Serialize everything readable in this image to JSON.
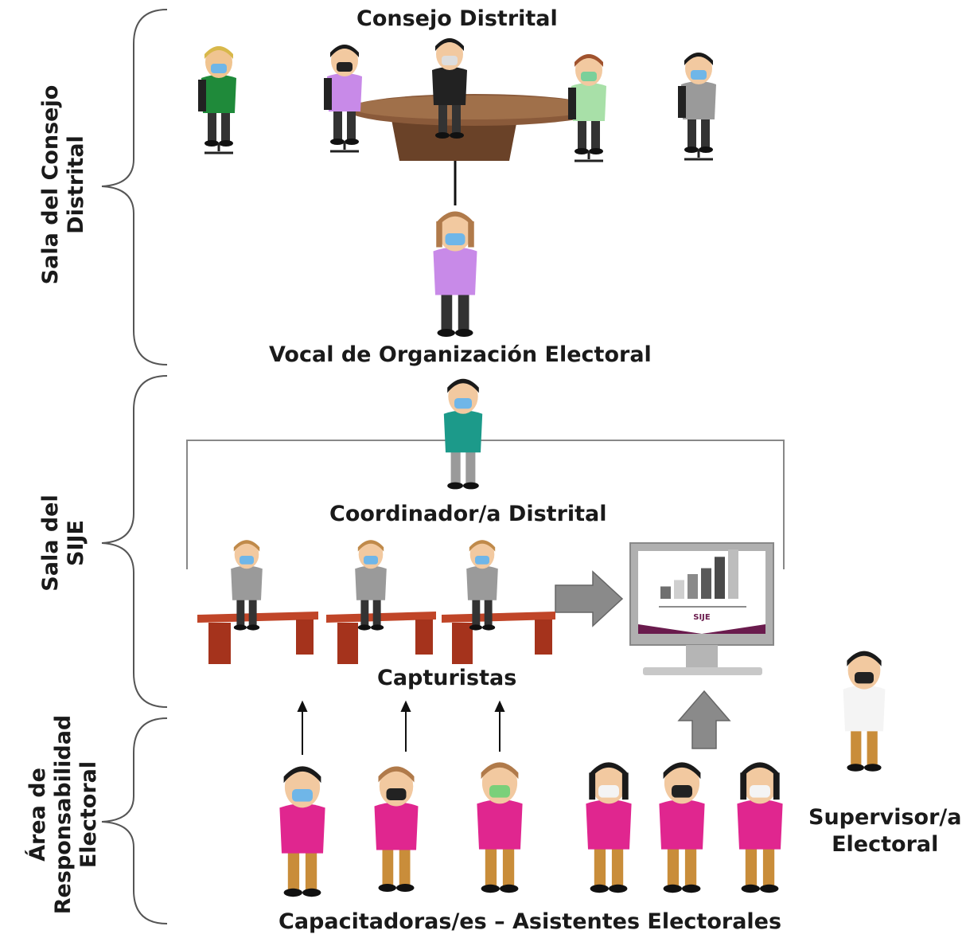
{
  "sections": {
    "council_room": "Sala del Consejo\nDistrital",
    "sije_room": "Sala del\nSIJE",
    "area": "Área de\nResponsabilidad\nElectoral"
  },
  "labels": {
    "council": "Consejo Distrital",
    "vocal": "Vocal de Organización Electoral",
    "coordinator": "Coordinador/a Distrital",
    "capturists": "Capturistas",
    "supervisor": "Supervisor/a\nElectoral",
    "capacitators": "Capacitadoras/es – Asistentes Electorales"
  },
  "monitor": {
    "brand": "SIJE",
    "bar_levels": [
      0.25,
      0.38,
      0.5,
      0.62,
      0.85,
      1.0
    ]
  },
  "colors": {
    "table": "#7a5236",
    "magenta": "#e0268f",
    "gray_shirt": "#9a9a9a",
    "teal": "#1c9a8a",
    "lilac": "#c88ae8",
    "green_shirt": "#1f8a3a",
    "mask_blue": "#6fb6e8",
    "pants_khaki": "#c98d3a",
    "brand_purple": "#6a1b4d",
    "desk_red": "#a5331c"
  }
}
